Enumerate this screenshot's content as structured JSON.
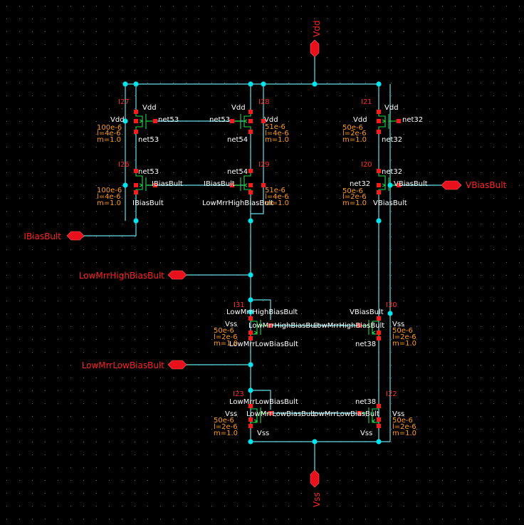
{
  "ports": {
    "vdd": "Vdd",
    "vss": "Vss",
    "ibias": "IBiasBult",
    "vbias": "VBiasBult",
    "lowhigh": "LowMrrHighBiasBult",
    "lowlow": "LowMrrLowBiasBult"
  },
  "devices": {
    "I27": {
      "ref": "I27",
      "p1": "Vdd",
      "p2": "Vdd",
      "p3": "net53",
      "p4": "net53",
      "w": "100e-6",
      "l": "l=4e-6",
      "m": "m=1.0"
    },
    "I28": {
      "ref": "I28",
      "p1": "Vdd",
      "p2": "net53",
      "p3": "Vdd",
      "p4": "net54",
      "w": "51e-6",
      "l": "l=4e-6",
      "m": "m=1.0"
    },
    "I21": {
      "ref": "I21",
      "p1": "Vdd",
      "p2": "Vdd",
      "p3": "net32",
      "p4": "net32",
      "w": "50e-6",
      "l": "l=2e-6",
      "m": "m=1.0"
    },
    "I26": {
      "ref": "I26",
      "p1": "net53",
      "p2": "IBiasBult",
      "p3": "IBiasBult",
      "w": "100e-6",
      "l": "l=4e-6",
      "m": "m=1.0"
    },
    "I29": {
      "ref": "I29",
      "p1": "net54",
      "p2": "IBiasBult",
      "p3": "LowMrrHighBiasBult",
      "w": "51e-6",
      "l": "l=4e-6",
      "m": "m=1.0"
    },
    "I20": {
      "ref": "I20",
      "p1": "net32",
      "p2": "net32",
      "p3": "VBiasBult",
      "p4": "VBiasBult",
      "w": "50e-6",
      "l": "l=2e-6",
      "m": "m=1.0"
    },
    "I31": {
      "ref": "I31",
      "p1": "LowMrrHighBiasBult",
      "p2": "Vss",
      "p3": "LowMrrHighBiasBult",
      "p4": "LowMrrLowBiasBult",
      "w": "50e-6",
      "l": "l=2e-6",
      "m": "m=1.0"
    },
    "I30": {
      "ref": "I30",
      "p1": "VBiasBult",
      "p2": "LowMrrHighBiasBult",
      "p3": "Vss",
      "p4": "net38",
      "w": "50e-6",
      "l": "l=2e-6",
      "m": "m=1.0"
    },
    "I23": {
      "ref": "I23",
      "p1": "LowMrrLowBiasBult",
      "p2": "Vss",
      "p3": "LowMrrLowBiasBult",
      "p4": "Vss",
      "w": "50e-6",
      "l": "l=2e-6",
      "m": "m=1.0"
    },
    "I22": {
      "ref": "I22",
      "p1": "net38",
      "p2": "LowMrrLowBiasBult",
      "p3": "Vss",
      "p4": "Vss",
      "w": "50e-6",
      "l": "l=2e-6",
      "m": "m=1.0"
    }
  },
  "colors": {
    "background": "#000000",
    "wire": "#5fe0e8",
    "device": "#23d84a",
    "pin": "#ff1a1a",
    "port": "#e8101c",
    "param_text": "#ff9a1e",
    "net_text": "#ffffff",
    "grid_dot": "#6a6a6a"
  }
}
